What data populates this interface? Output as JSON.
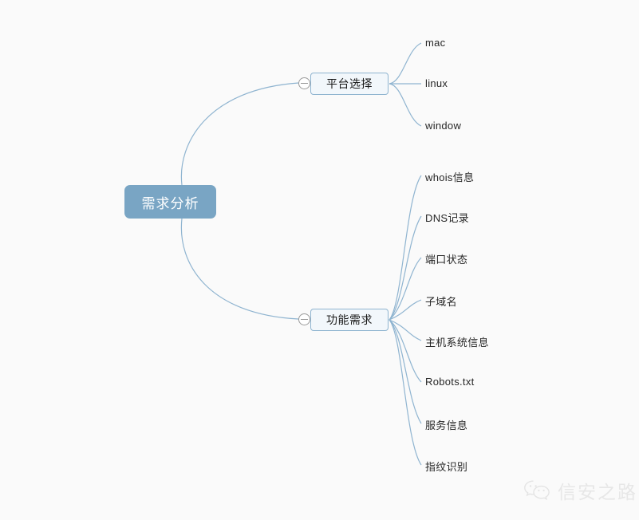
{
  "diagram": {
    "type": "mindmap",
    "background_color": "#fafafa",
    "root": {
      "label": "需求分析",
      "fill_color": "#79a5c4",
      "text_color": "#ffffff"
    },
    "branches": [
      {
        "label": "平台选择",
        "collapse_icon": "minus-circle-icon",
        "children": [
          {
            "label": "mac"
          },
          {
            "label": "linux"
          },
          {
            "label": "window"
          }
        ]
      },
      {
        "label": "功能需求",
        "collapse_icon": "minus-circle-icon",
        "children": [
          {
            "label": "whois信息"
          },
          {
            "label": "DNS记录"
          },
          {
            "label": "端口状态"
          },
          {
            "label": "子域名"
          },
          {
            "label": "主机系统信息"
          },
          {
            "label": "Robots.txt"
          },
          {
            "label": "服务信息"
          },
          {
            "label": "指纹识别"
          }
        ]
      }
    ],
    "branch_style": {
      "fill_color": "#f2f7fb",
      "border_color": "#8fb4d0",
      "text_color": "#1a1a1a"
    },
    "edge_color": "#8fb4d0"
  },
  "watermark": {
    "icon": "wechat-icon",
    "text": "信安之路",
    "color": "#e3e3e3"
  }
}
